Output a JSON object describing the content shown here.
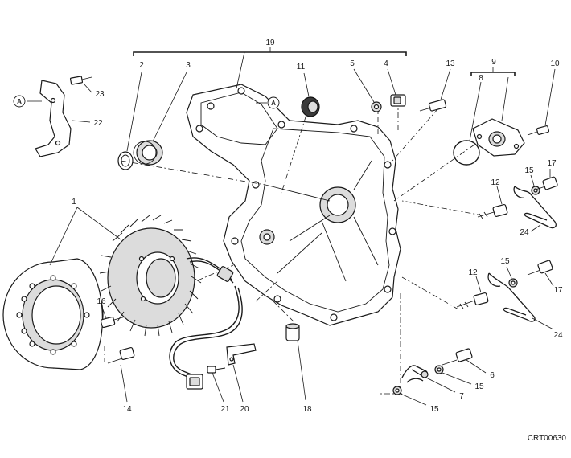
{
  "diagram": {
    "drawing_code": "CRT00630",
    "reference_marker": "A",
    "callouts": {
      "c1": "1",
      "c2": "2",
      "c3": "3",
      "c4": "4",
      "c5": "5",
      "c6": "6",
      "c7": "7",
      "c8": "8",
      "c9": "9",
      "c10": "10",
      "c11": "11",
      "c12a": "12",
      "c12b": "12",
      "c13": "13",
      "c14": "14",
      "c15a": "15",
      "c15b": "15",
      "c15c": "15",
      "c15d": "15",
      "c16": "16",
      "c17a": "17",
      "c17b": "17",
      "c18": "18",
      "c19": "19",
      "c20": "20",
      "c21": "21",
      "c22": "22",
      "c23": "23",
      "c24a": "24",
      "c24b": "24"
    }
  }
}
